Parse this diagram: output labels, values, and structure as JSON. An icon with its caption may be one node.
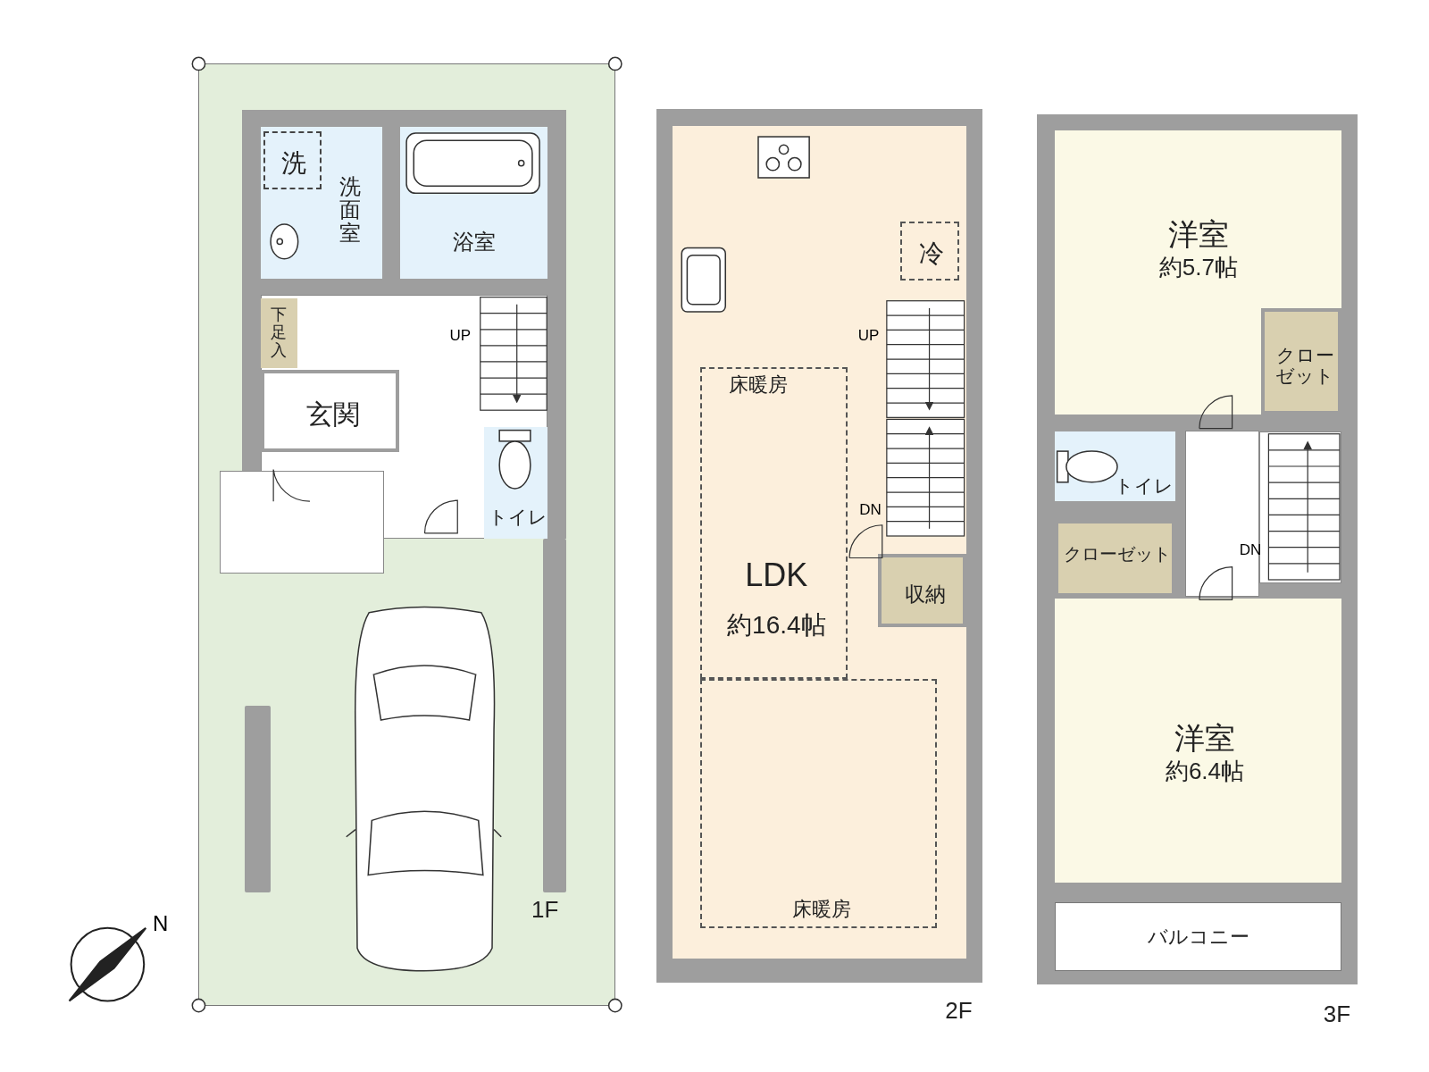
{
  "diagram": {
    "nodes": [
      {
        "text": [
          "1F"
        ]
      },
      {
        "text": [
          "洗"
        ],
        "in": 2
      },
      {
        "text": [
          "洗面室"
        ],
        "in": 0
      },
      {
        "text": [
          "浴室"
        ],
        "in": 0
      },
      {
        "text": [
          "下足入"
        ],
        "in": 0
      },
      {
        "text": [
          "玄関"
        ],
        "in": 0
      },
      {
        "text": [
          "トイレ"
        ],
        "in": 0
      },
      {
        "text": [
          "2F"
        ]
      },
      {
        "text": [],
        "shape": "box",
        "in": 7
      },
      {
        "text": [
          "冷"
        ],
        "in": 8
      },
      {
        "text": [
          "床暖房",
          "LDK",
          "約16.4帖"
        ],
        "in": 8
      },
      {
        "text": [
          "床暖房"
        ],
        "in": 8
      },
      {
        "text": [
          "収納"
        ],
        "in": 8
      },
      {
        "text": [
          "3F"
        ]
      },
      {
        "text": [
          "洋室",
          "約5.7帖"
        ],
        "in": 13
      },
      {
        "text": [
          "クローゼット"
        ],
        "in": 14
      },
      {
        "text": [
          "トイレ"
        ],
        "in": 13
      },
      {
        "text": [
          "クローゼット"
        ],
        "in": 13
      },
      {
        "text": [
          "洋室",
          "約6.4帖"
        ],
        "in": 13
      },
      {
        "text": [
          "バルコニー"
        ],
        "in": 13
      },
      {
        "text": [],
        "shape": "bar",
        "in": 0
      },
      {
        "text": [],
        "shape": "bar",
        "in": 0
      }
    ],
    "labels": [
      "UP",
      "UP",
      "DN",
      "DN",
      "N"
    ]
  }
}
